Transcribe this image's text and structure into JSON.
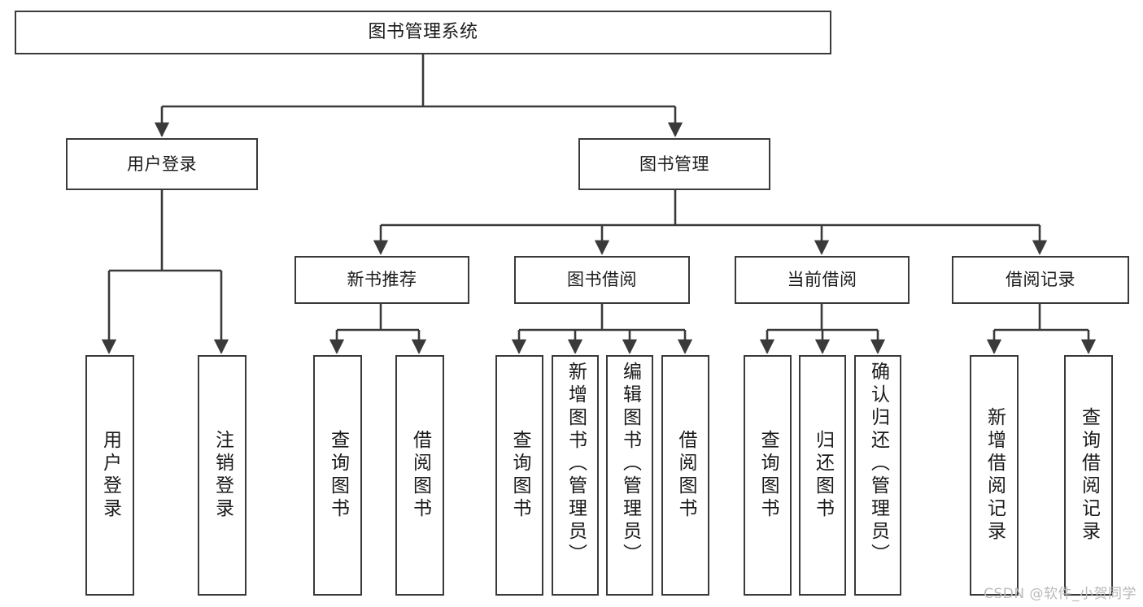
{
  "diagram": {
    "title": "图书管理系统",
    "watermark": "CSDN @软件_小贺同学",
    "nodes": {
      "root": {
        "label": "图书管理系统"
      },
      "level2": [
        {
          "id": "user-login",
          "label": "用户登录"
        },
        {
          "id": "book-manage",
          "label": "图书管理"
        }
      ],
      "level3": [
        {
          "id": "new-book-recommend",
          "label": "新书推荐"
        },
        {
          "id": "book-borrow",
          "label": "图书借阅"
        },
        {
          "id": "current-borrow",
          "label": "当前借阅"
        },
        {
          "id": "borrow-record",
          "label": "借阅记录"
        }
      ],
      "leaves": {
        "user_login": [
          {
            "id": "leaf-user-login",
            "label": "用户登录"
          },
          {
            "id": "leaf-logout-login",
            "label": "注销登录"
          }
        ],
        "new_book_recommend": [
          {
            "id": "leaf-query-book-1",
            "label": "查询图书"
          },
          {
            "id": "leaf-borrow-book-1",
            "label": "借阅图书"
          }
        ],
        "book_borrow": [
          {
            "id": "leaf-query-book-2",
            "label": "查询图书"
          },
          {
            "id": "leaf-add-book-admin",
            "label": "新增图书（管理员）"
          },
          {
            "id": "leaf-edit-book-admin",
            "label": "编辑图书（管理员）"
          },
          {
            "id": "leaf-borrow-book-2",
            "label": "借阅图书"
          }
        ],
        "current_borrow": [
          {
            "id": "leaf-query-book-3",
            "label": "查询图书"
          },
          {
            "id": "leaf-return-book",
            "label": "归还图书"
          },
          {
            "id": "leaf-confirm-return-admin",
            "label": "确认归还（管理员）"
          }
        ],
        "borrow_record": [
          {
            "id": "leaf-add-borrow-record",
            "label": "新增借阅记录"
          },
          {
            "id": "leaf-query-borrow-record",
            "label": "查询借阅记录"
          }
        ]
      }
    },
    "colors": {
      "stroke": "#3a3a3a",
      "background": "#ffffff",
      "text": "#1a1a1a",
      "watermark": "#b9b9b9"
    }
  }
}
